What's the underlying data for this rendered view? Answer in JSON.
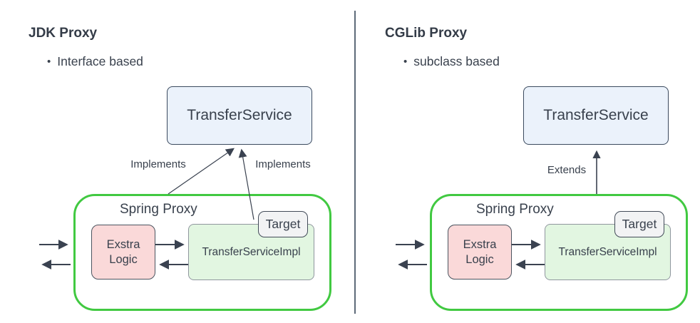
{
  "colors": {
    "accent_green": "#41c941",
    "divider": "#5d6a79",
    "box_blue_fill": "#ebf2fb",
    "box_blue_border": "#3b4a5e",
    "box_pink_fill": "#fad9d9",
    "box_pink_border": "#4c5560",
    "box_green_fill": "#e2f6e1",
    "box_green_border": "#8f969e",
    "box_gray_fill": "#f2f3f4",
    "box_gray_border": "#434c59",
    "arrow": "#3a4250",
    "text": "#39414d"
  },
  "left_panel": {
    "title": "JDK Proxy",
    "bullet": "Interface based",
    "interface_box_label": "TransferService",
    "implements_left_label": "Implements",
    "implements_right_label": "Implements",
    "container_label": "Spring Proxy",
    "logic_box_label": "Exstra Logic",
    "impl_box_label": "TransferServiceImpl",
    "target_label": "Target"
  },
  "right_panel": {
    "title": "CGLib Proxy",
    "bullet": "subclass based",
    "interface_box_label": "TransferService",
    "extends_label": "Extends",
    "container_label": "Spring Proxy",
    "logic_box_label": "Exstra Logic",
    "impl_box_label": "TransferServiceImpl",
    "target_label": "Target"
  }
}
